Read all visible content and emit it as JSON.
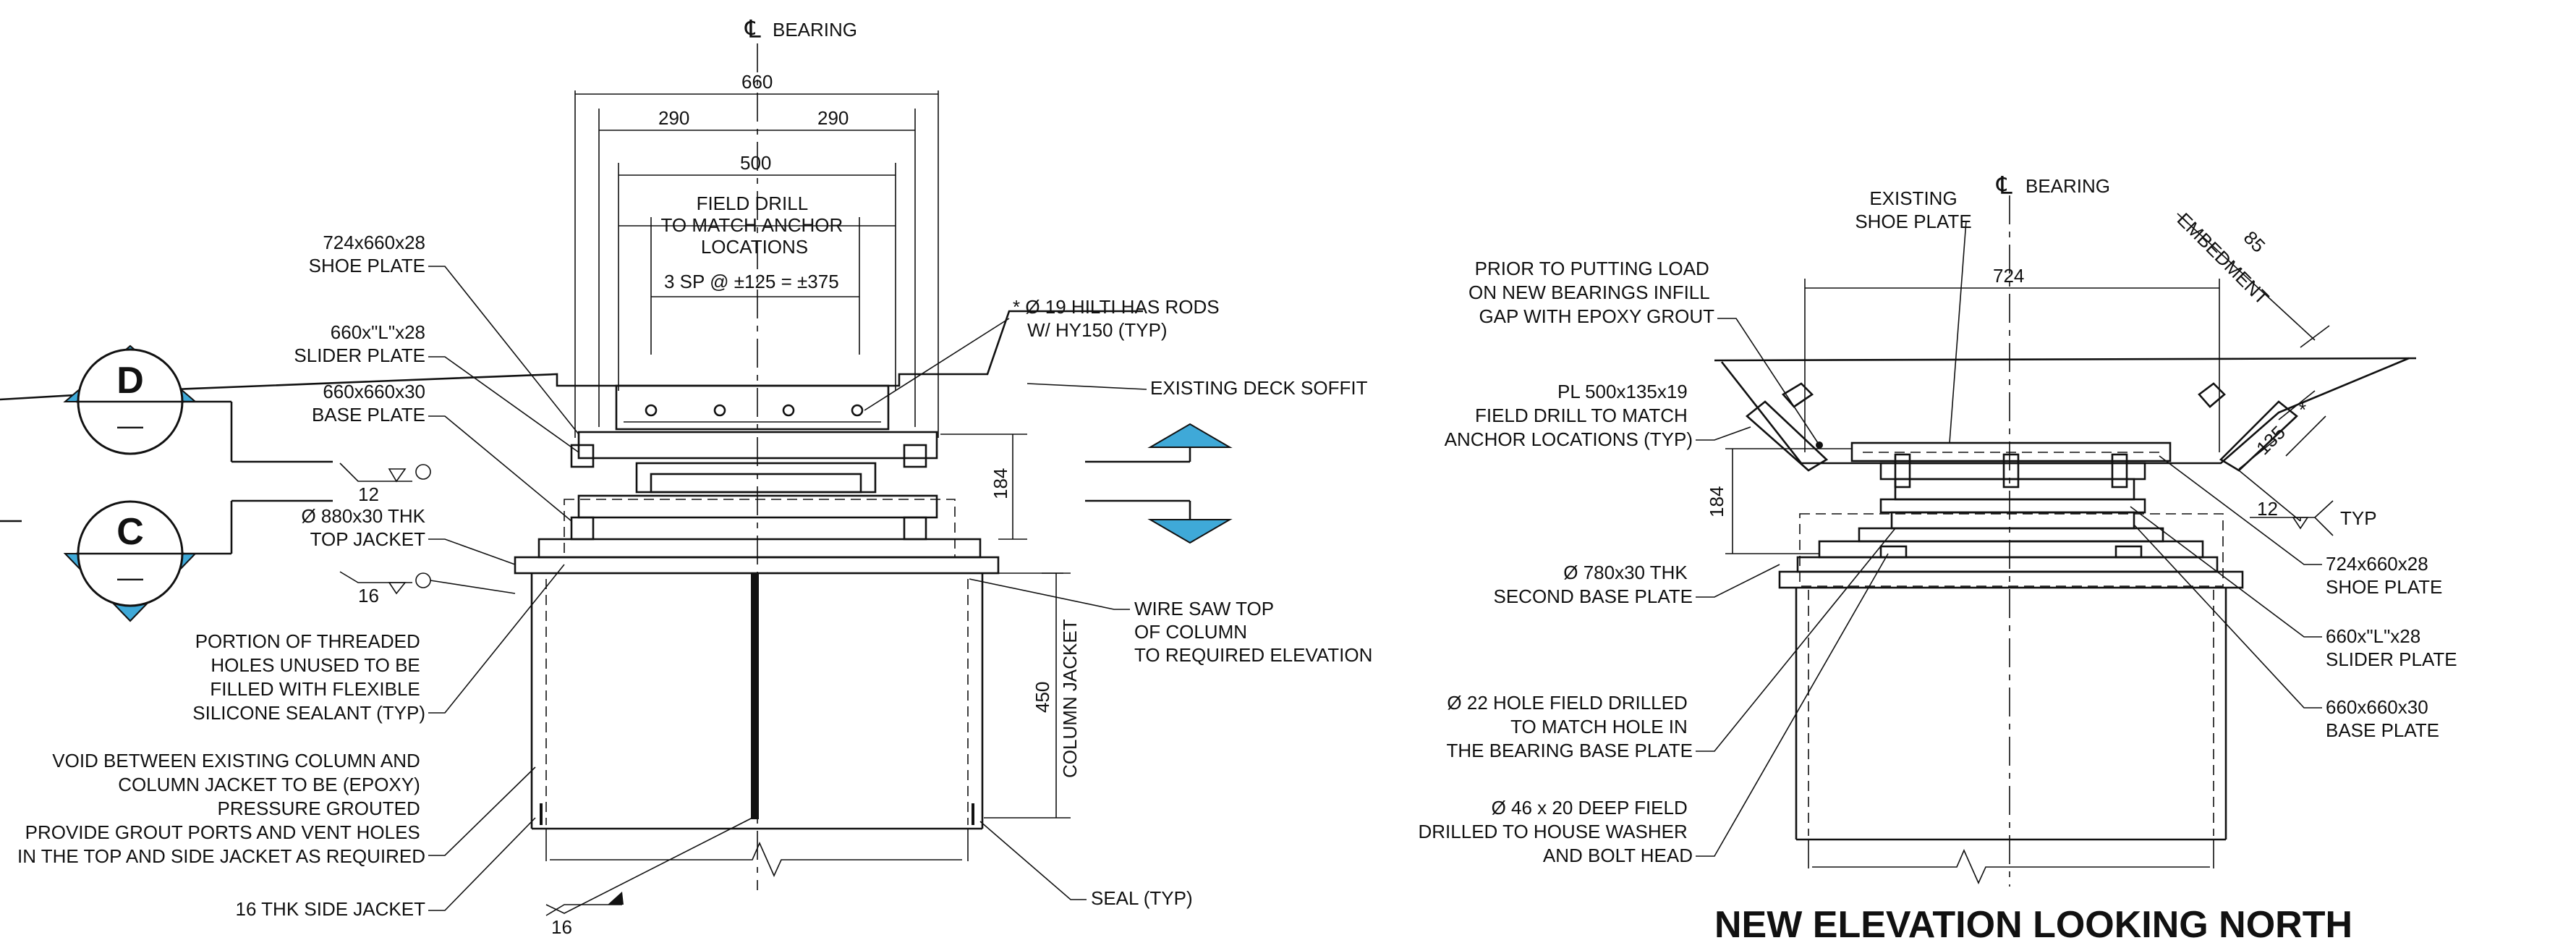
{
  "left_view": {
    "centerline_label": "BEARING",
    "dim_660": "660",
    "dim_290_left": "290",
    "dim_290_right": "290",
    "dim_500": "500",
    "field_drill": "FIELD DRILL\nTO MATCH ANCHOR\nLOCATIONS",
    "spacing": "3 SP @ ±125 = ±375",
    "shoe_plate": "724x660x28\nSHOE PLATE",
    "slider_plate": "660x\"L\"x28\nSLIDER PLATE",
    "base_plate": "660x660x30\nBASE PLATE",
    "weld_12": "12",
    "top_jacket": "Ø 880x30 THK\nTOP JACKET",
    "weld_16_top": "16",
    "threaded_holes": "PORTION OF THREADED\nHOLES UNUSED TO BE\nFILLED WITH FLEXIBLE\nSILICONE SEALANT (TYP)",
    "void_note": "VOID BETWEEN EXISTING COLUMN AND\nCOLUMN JACKET TO BE (EPOXY)\nPRESSURE GROUTED\nPROVIDE GROUT PORTS AND VENT HOLES\nIN THE TOP AND SIDE JACKET AS REQUIRED",
    "side_jacket": "16 THK SIDE JACKET",
    "weld_16_bottom": "16",
    "hilti_rods": "* Ø 19 HILTI HAS RODS\nW/ HY150 (TYP)",
    "deck_soffit": "EXISTING DECK SOFFIT",
    "dim_184": "184",
    "wire_saw": "WIRE SAW TOP\nOF COLUMN\nTO REQUIRED ELEVATION",
    "dim_450": "450",
    "column_jacket": "COLUMN JACKET",
    "seal": "SEAL (TYP)"
  },
  "section_marks": {
    "upper_letter": "D",
    "upper_sheet": "—",
    "lower_letter": "C",
    "lower_sheet": "—"
  },
  "right_view": {
    "centerline_label": "BEARING",
    "existing_shoe": "EXISTING\nSHOE PLATE",
    "embedment_dim": "85",
    "embedment": "EMBEDMENT",
    "prior_to_load": "PRIOR TO PUTTING LOAD\nON NEW BEARINGS INFILL\nGAP WITH EPOXY GROUT",
    "dim_724": "724",
    "pl_note": "PL 500x135x19\nFIELD DRILL TO MATCH\nANCHOR LOCATIONS (TYP)",
    "star": "*",
    "dim_135": "135",
    "dim_184": "184",
    "weld_12": "12",
    "typ": "TYP",
    "shoe_plate": "724x660x28\nSHOE PLATE",
    "second_base": "Ø 780x30 THK\nSECOND BASE PLATE",
    "slider_plate": "660x\"L\"x28\nSLIDER PLATE",
    "hole_22": "Ø 22 HOLE FIELD DRILLED\nTO MATCH HOLE IN\nTHE BEARING BASE PLATE",
    "base_plate": "660x660x30\nBASE PLATE",
    "hole_46": "Ø 46 x 20 DEEP FIELD\nDRILLED TO HOUSE WASHER\nAND BOLT HEAD"
  },
  "title": "NEW ELEVATION LOOKING NORTH",
  "colors": {
    "section_triangle": "#3fa9d8",
    "line": "#111111"
  }
}
